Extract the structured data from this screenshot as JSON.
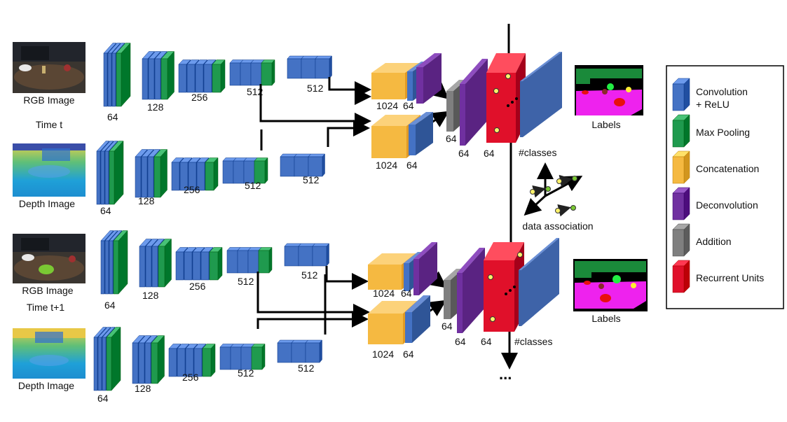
{
  "streams": {
    "rgb_t": {
      "caption": "RGB Image"
    },
    "depth_t": {
      "caption": "Depth Image"
    },
    "rgb_t1": {
      "caption": "RGB Image"
    },
    "depth_t1": {
      "caption": "Depth Image"
    },
    "time_t": "Time t",
    "time_t1": "Time t+1"
  },
  "encoder_channels": [
    "64",
    "128",
    "256",
    "512",
    "512"
  ],
  "fusion": {
    "concat_channels": "1024",
    "reduce_channels": "64",
    "addition_channels": "64",
    "deconv_channels": "64",
    "recurrent_channels": "64",
    "output_label": "#classes"
  },
  "outputs": {
    "labels_caption": "Labels"
  },
  "data_association": {
    "caption": "data association"
  },
  "continuation": "...",
  "legend": {
    "items": [
      {
        "label_line1": "Convolution",
        "label_line2": "+ ReLU",
        "color": "#4472c4"
      },
      {
        "label_line1": "Max Pooling",
        "label_line2": "",
        "color": "#1f9a4e"
      },
      {
        "label_line1": "Concatenation",
        "label_line2": "",
        "color": "#f5b941"
      },
      {
        "label_line1": "Deconvolution",
        "label_line2": "",
        "color": "#7030a0"
      },
      {
        "label_line1": "Addition",
        "label_line2": "",
        "color": "#7f7f7f"
      },
      {
        "label_line1": "Recurrent Units",
        "label_line2": "",
        "color": "#e0102a"
      }
    ]
  },
  "colors": {
    "conv": "#4472c4",
    "pool": "#1f9a4e",
    "concat": "#f5b941",
    "deconv": "#7030a0",
    "addition": "#7f7f7f",
    "recurrent": "#e0102a",
    "output": "#3e63a8"
  }
}
